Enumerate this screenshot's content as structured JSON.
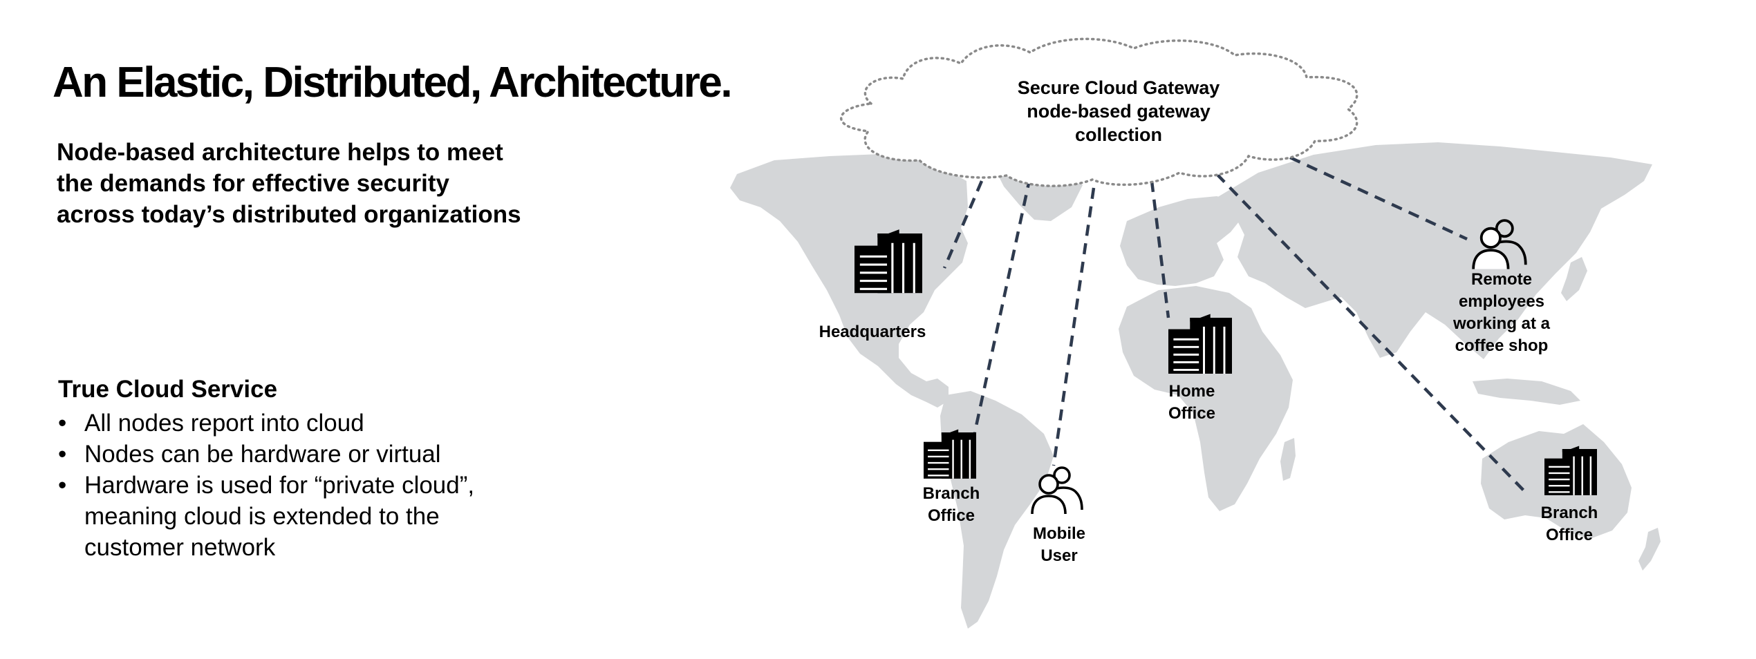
{
  "title": "An Elastic, Distributed, Architecture.",
  "intro": "Node-based architecture helps to meet the demands for effective security across today’s distributed organizations",
  "section": {
    "heading": "True Cloud Service",
    "bullets": [
      "All nodes report into cloud",
      "Nodes can be hardware or virtual",
      "Hardware is used for “private cloud”, meaning cloud is extended to the customer network"
    ]
  },
  "diagram": {
    "cloud": {
      "lines": [
        "Secure Cloud Gateway",
        "node-based gateway",
        "collection"
      ]
    },
    "nodes": [
      {
        "id": "headquarters",
        "icon": "office-building-icon",
        "label_lines": [
          "Headquarters"
        ]
      },
      {
        "id": "branch-office-americas",
        "icon": "office-building-icon",
        "label_lines": [
          "Branch",
          "Office"
        ]
      },
      {
        "id": "mobile-user",
        "icon": "users-icon",
        "label_lines": [
          "Mobile",
          "User"
        ]
      },
      {
        "id": "home-office",
        "icon": "office-building-icon",
        "label_lines": [
          "Home",
          "Office"
        ]
      },
      {
        "id": "remote-employees",
        "icon": "users-icon",
        "label_lines": [
          "Remote",
          "employees",
          "working at a",
          "coffee shop"
        ]
      },
      {
        "id": "branch-office-australia",
        "icon": "office-building-icon",
        "label_lines": [
          "Branch",
          "Office"
        ]
      }
    ],
    "colors": {
      "map_land": "#d4d6d8",
      "connector": "#2e3a4e",
      "cloud_outline": "#8a8a8a",
      "icon": "#000000"
    }
  }
}
